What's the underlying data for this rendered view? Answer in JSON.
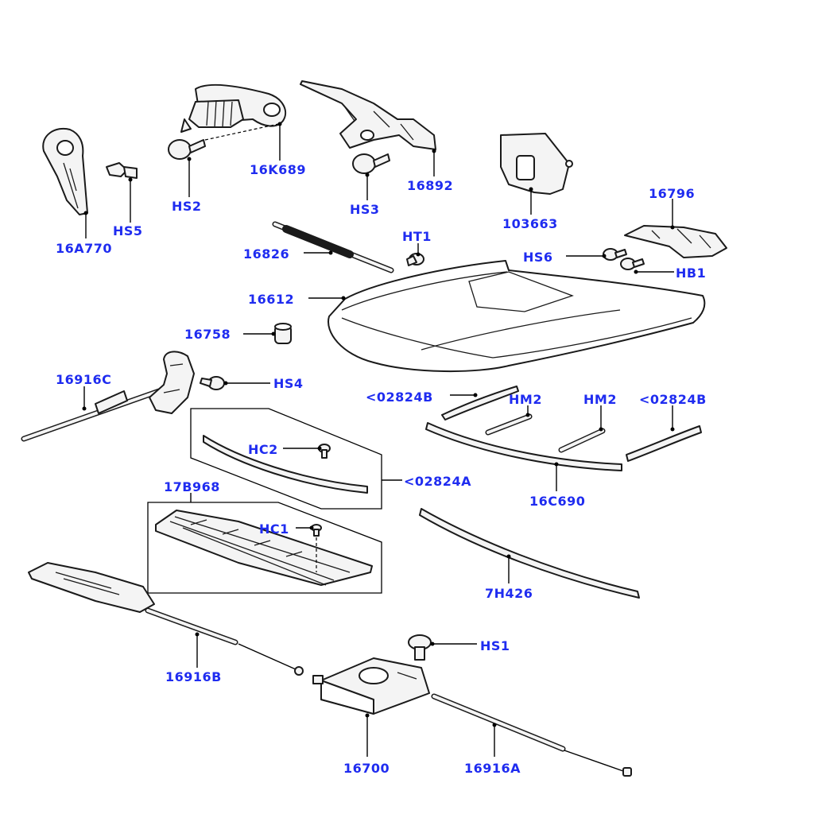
{
  "colors": {
    "label": "#1f2cf0",
    "line": "#000000",
    "part_fill": "#f4f4f4"
  },
  "labels": {
    "p16A770": "16A770",
    "pHS5": "HS5",
    "pHS2": "HS2",
    "p16K689": "16K689",
    "pHS3": "HS3",
    "p16892": "16892",
    "p103663": "103663",
    "p16796": "16796",
    "p16826": "16826",
    "pHT1": "HT1",
    "pHS6": "HS6",
    "pHB1": "HB1",
    "p16612": "16612",
    "p16758": "16758",
    "p16916C": "16916C",
    "pHS4": "HS4",
    "p02824B_1": "<02824B",
    "pHM2_1": "HM2",
    "pHM2_2": "HM2",
    "p02824B_2": "<02824B",
    "pHC2": "HC2",
    "p02824A": "<02824A",
    "p16C690": "16C690",
    "p17B968": "17B968",
    "pHC1": "HC1",
    "p7H426": "7H426",
    "pHS1": "HS1",
    "p16916B": "16916B",
    "p16700": "16700",
    "p16916A": "16916A"
  }
}
